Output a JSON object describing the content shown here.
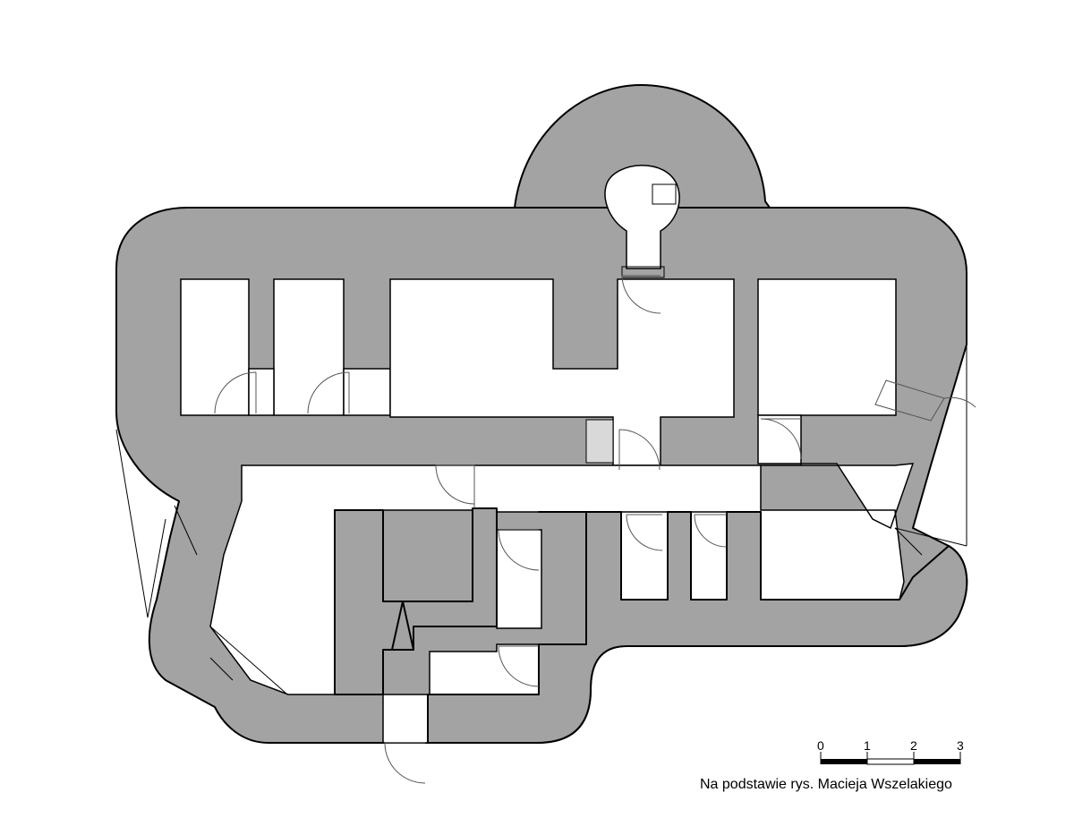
{
  "diagram": {
    "type": "floor-plan",
    "colors": {
      "wall_fill": "#a3a3a3",
      "outline": "#000000",
      "room_fill": "#ffffff",
      "highlight_cell": "#d9d9d9"
    }
  },
  "scale_bar": {
    "ticks": [
      "0",
      "1",
      "2",
      "3"
    ]
  },
  "credit": "Na podstawie rys. Macieja Wszelakiego"
}
